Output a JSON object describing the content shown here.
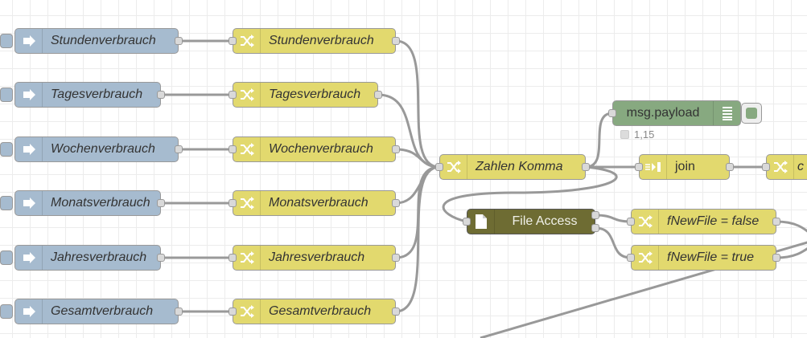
{
  "colors": {
    "link_in": "#a6bbcf",
    "change": "#e2d96e",
    "file": "#6e6c33",
    "debug": "#87a980",
    "wire": "#999999"
  },
  "nodes": {
    "link_in": [
      {
        "label": "Stundenverbrauch",
        "icon": "link-in-arrow-icon"
      },
      {
        "label": "Tagesverbrauch",
        "icon": "link-in-arrow-icon"
      },
      {
        "label": "Wochenverbrauch",
        "icon": "link-in-arrow-icon"
      },
      {
        "label": "Monatsverbrauch",
        "icon": "link-in-arrow-icon"
      },
      {
        "label": "Jahresverbrauch",
        "icon": "link-in-arrow-icon"
      },
      {
        "label": "Gesamtverbrauch",
        "icon": "link-in-arrow-icon"
      }
    ],
    "change": [
      {
        "label": "Stundenverbrauch",
        "icon": "shuffle-icon"
      },
      {
        "label": "Tagesverbrauch",
        "icon": "shuffle-icon"
      },
      {
        "label": "Wochenverbrauch",
        "icon": "shuffle-icon"
      },
      {
        "label": "Monatsverbrauch",
        "icon": "shuffle-icon"
      },
      {
        "label": "Jahresverbrauch",
        "icon": "shuffle-icon"
      },
      {
        "label": "Gesamtverbrauch",
        "icon": "shuffle-icon"
      }
    ],
    "zahlen_komma": {
      "label": "Zahlen Komma",
      "icon": "shuffle-icon"
    },
    "debug": {
      "label": "msg.payload",
      "icon": "list-icon",
      "status": "1,15"
    },
    "join": {
      "label": "join",
      "icon": "join-icon"
    },
    "partial": {
      "label": "c",
      "icon": "shuffle-icon"
    },
    "file_access": {
      "label": "File Access",
      "icon": "file-icon"
    },
    "new_file_false": {
      "label": "fNewFile = false",
      "icon": "shuffle-icon"
    },
    "new_file_true": {
      "label": "fNewFile = true",
      "icon": "shuffle-icon"
    }
  }
}
